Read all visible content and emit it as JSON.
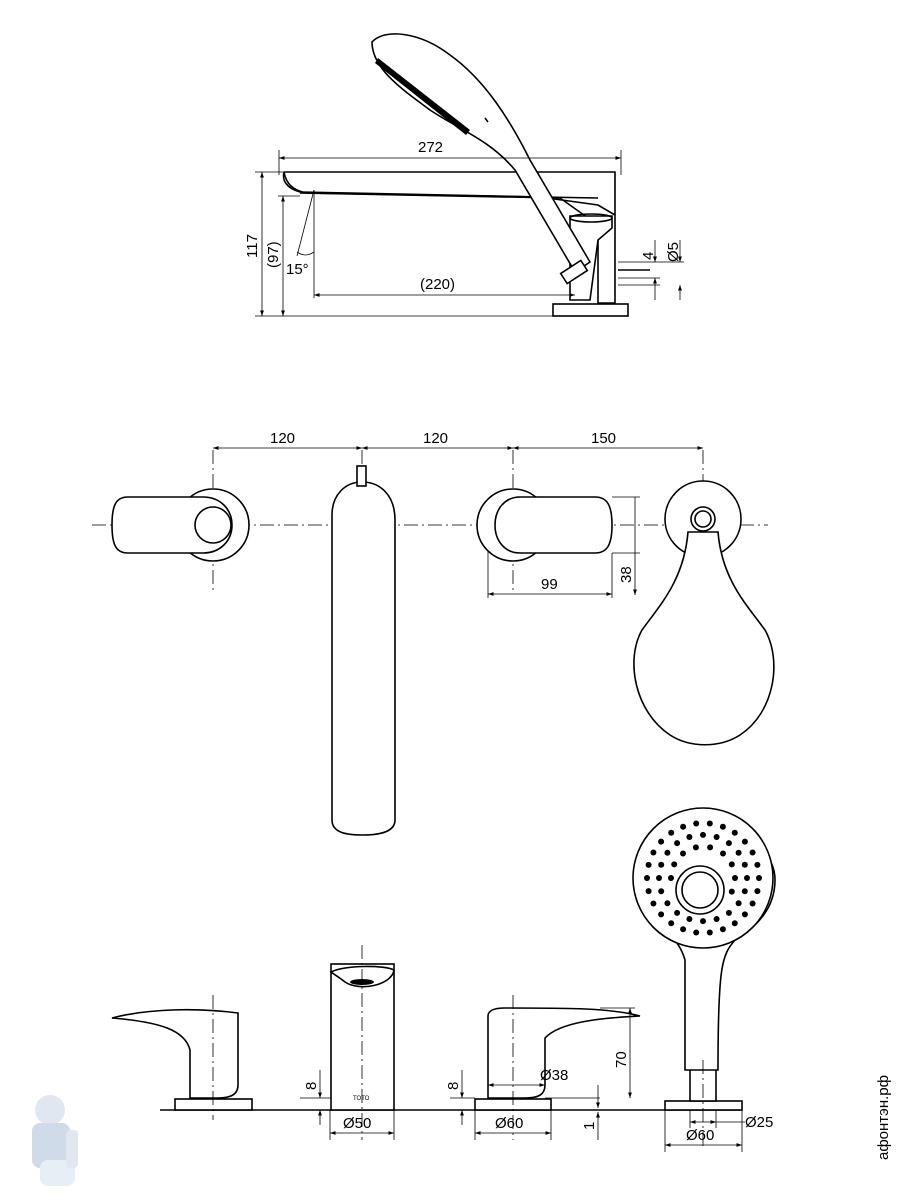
{
  "side_view": {
    "dim_length": "272",
    "dim_height": "117",
    "dim_spout_height": "(97)",
    "dim_angle": "15°",
    "dim_spout_reach": "(220)",
    "dim_thickness": "4",
    "dim_hose_diameter": "Ø5"
  },
  "top_view": {
    "dim_spacing_1": "120",
    "dim_spacing_2": "120",
    "dim_spacing_3": "150",
    "dim_handle_length": "99",
    "dim_handle_width": "38"
  },
  "front_view": {
    "dim_spout_plate": "8",
    "dim_spout_diameter": "Ø50",
    "spout_brand_mark": "TOTO",
    "dim_valve_plate": "8",
    "dim_valve_diameter": "Ø38",
    "dim_valve_height": "70",
    "dim_valve_base": "Ø60",
    "dim_deck_gap": "1",
    "dim_shower_base": "Ø60",
    "dim_shower_hose": "Ø25"
  },
  "watermark": {
    "site_text": "афонтэн.рф"
  }
}
